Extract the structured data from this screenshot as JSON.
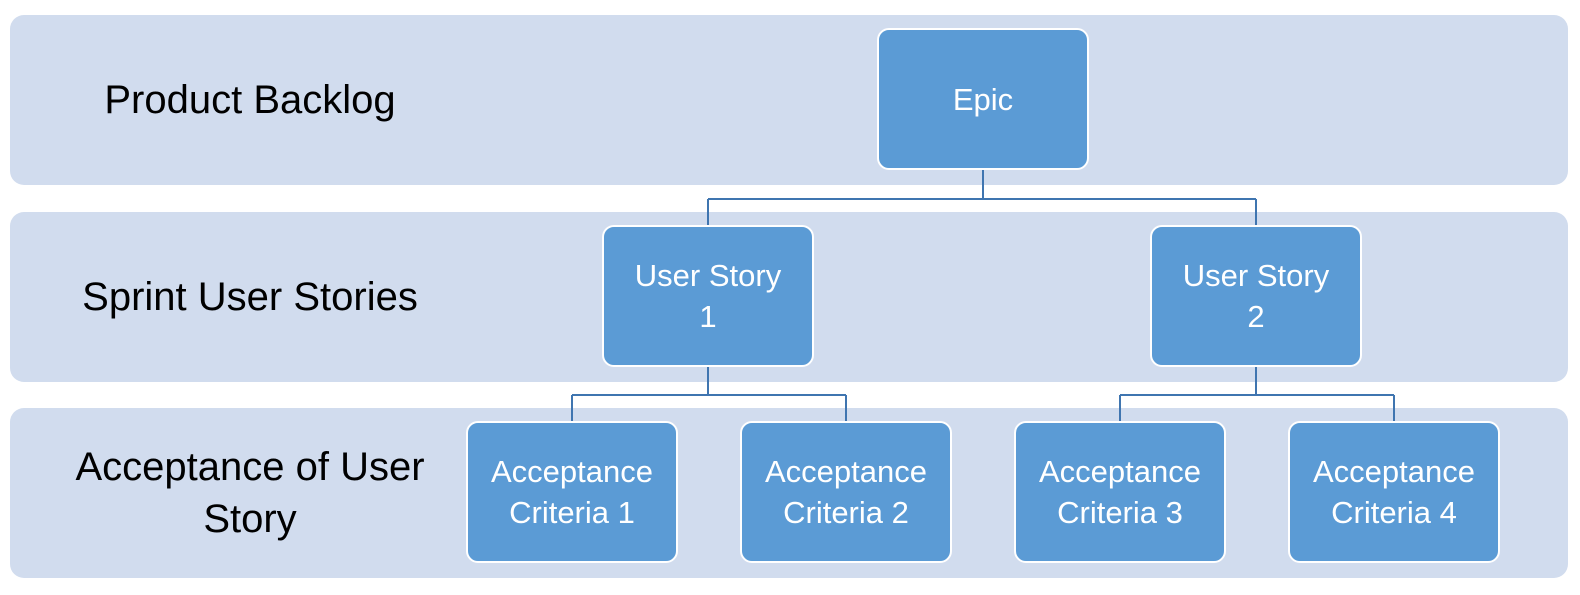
{
  "colors": {
    "band_background": "#d1dcee",
    "node_fill": "#5b9bd5",
    "node_border": "#ffffff",
    "connector": "#3f75b0",
    "label_text": "#000000",
    "node_text": "#ffffff"
  },
  "levels": [
    {
      "label": "Product Backlog"
    },
    {
      "label": "Sprint User Stories"
    },
    {
      "label": "Acceptance of User\nStory"
    }
  ],
  "nodes": {
    "epic": "Epic",
    "user_story_1": "User Story\n1",
    "user_story_2": "User Story\n2",
    "acceptance_1": "Acceptance\nCriteria 1",
    "acceptance_2": "Acceptance\nCriteria 2",
    "acceptance_3": "Acceptance\nCriteria 3",
    "acceptance_4": "Acceptance\nCriteria 4"
  }
}
